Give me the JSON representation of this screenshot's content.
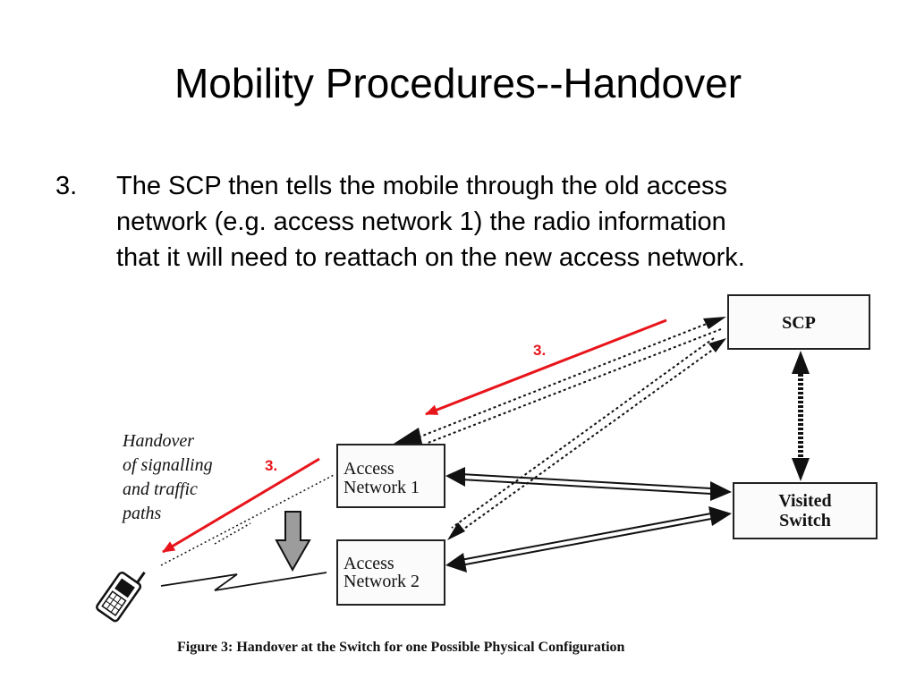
{
  "slide": {
    "title": "Mobility Procedures--Handover",
    "bullet_number": "3.",
    "bullet_lines": [
      "The SCP then tells the mobile through the old access",
      "network (e.g. access network 1) the radio information",
      "that it will need to reattach on the new access network."
    ]
  },
  "diagram": {
    "nodes": {
      "scp": "SCP",
      "access_network_1": [
        "Access",
        "Network 1"
      ],
      "access_network_2": [
        "Access",
        "Network 2"
      ],
      "visited_switch": [
        "Visited",
        "Switch"
      ]
    },
    "handover_note": [
      "Handover",
      "of signalling",
      "and traffic",
      "paths"
    ],
    "step_labels": [
      "3.",
      "3."
    ],
    "caption": "Figure 3: Handover at the Switch for one Possible Physical Configuration",
    "colors": {
      "step_arrow": "#e8141b",
      "ink": "#111111"
    },
    "icons": [
      "mobile-phone-icon",
      "down-arrow-icon"
    ]
  }
}
